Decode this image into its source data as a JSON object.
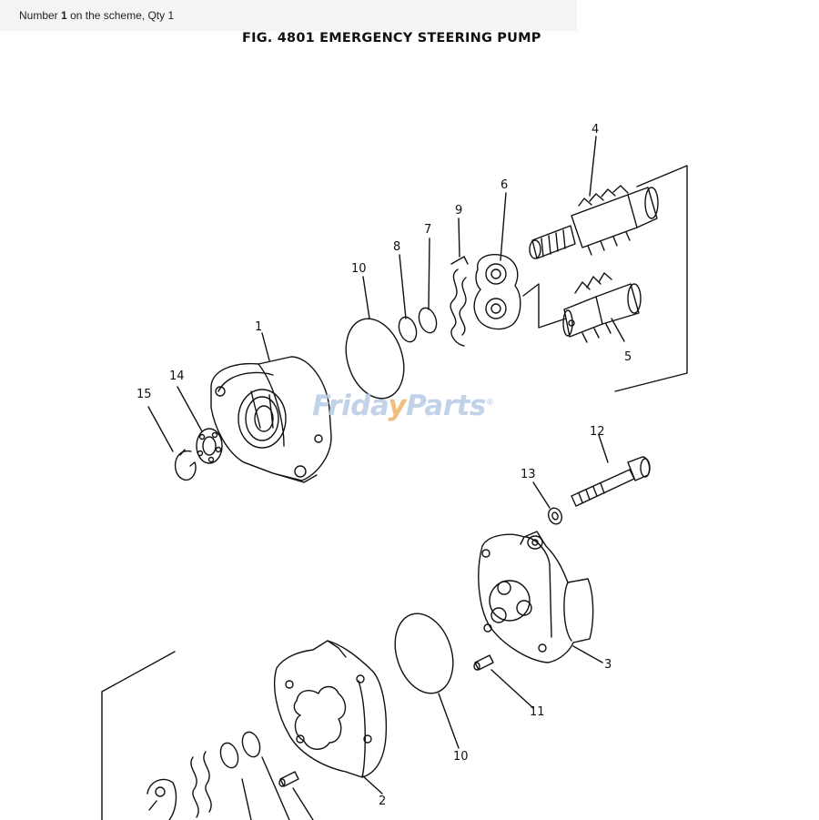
{
  "header": {
    "caption_prefix": "Number",
    "caption_number": "1",
    "caption_suffix": "on the scheme, Qty 1",
    "figure_title": "FIG. 4801  EMERGENCY STEERING PUMP"
  },
  "watermark": {
    "part1": "Friday",
    "part2": "Parts",
    "mark": "®",
    "colors": {
      "main": "#b8cbe6",
      "accent": "#f0b36a"
    }
  },
  "callouts": {
    "c1": "1",
    "c2": "2",
    "c3": "3",
    "c4": "4",
    "c5": "5",
    "c6": "6",
    "c7": "7",
    "c8": "8",
    "c9": "9",
    "c10a": "10",
    "c10b": "10",
    "c11": "11",
    "c12": "12",
    "c13": "13",
    "c14": "14",
    "c15": "15"
  }
}
